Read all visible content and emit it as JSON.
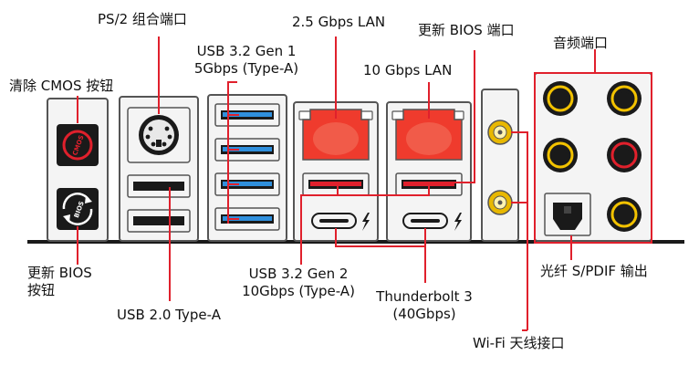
{
  "colors": {
    "accent": "#e0202c",
    "port_red": "#ef3b2d",
    "port_glow": "#f26a55",
    "gold": "#f2c200",
    "dark": "#1a1a1a",
    "panel": "#f4f4f4",
    "outline": "#555555"
  },
  "labels": {
    "clear_cmos": "清除 CMOS 按钮",
    "ps2": "PS/2 组合端口",
    "usb32g1_line1": "USB 3.2 Gen 1",
    "usb32g1_line2": "5Gbps (Type-A)",
    "lan25": "2.5 Gbps LAN",
    "lan10": "10 Gbps LAN",
    "bios_port": "更新 BIOS 端口",
    "audio": "音频端口",
    "bios_btn_line1": "更新 BIOS",
    "bios_btn_line2": "按钮",
    "usb20": "USB 2.0 Type-A",
    "usb32g2_line1": "USB 3.2 Gen 2",
    "usb32g2_line2": "10Gbps (Type-A)",
    "tb3_line1": "Thunderbolt 3",
    "tb3_line2": "(40Gbps)",
    "spdif": "光纤 S/PDIF 输出",
    "wifi": "Wi-Fi 天线接口",
    "button_cmos_text": "CMOS",
    "button_bios_text": "BIOS"
  },
  "icons": {
    "thunderbolt": "lightning-bolt-icon",
    "refresh": "refresh-arrows-icon",
    "ps2": "ps2-connector-icon"
  }
}
